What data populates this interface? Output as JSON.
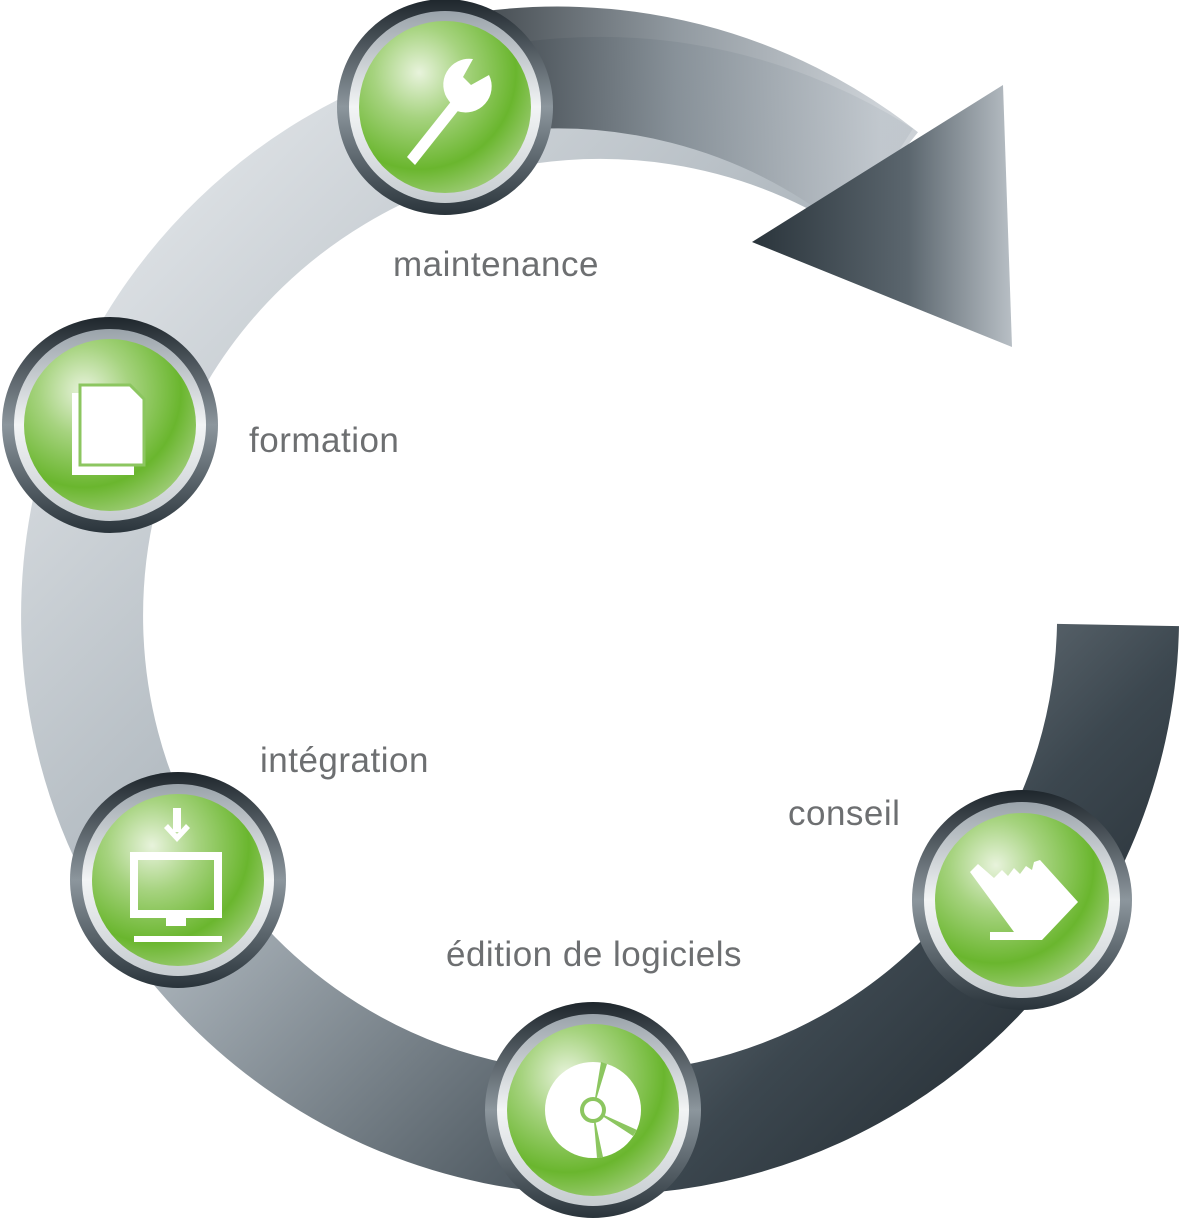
{
  "diagram": {
    "type": "cycle",
    "steps": [
      {
        "label": "maintenance",
        "icon": "wrench-icon"
      },
      {
        "label": "formation",
        "icon": "documents-icon"
      },
      {
        "label": "intégration",
        "icon": "monitor-download-icon"
      },
      {
        "label": "édition de logiciels",
        "icon": "cd-disc-icon"
      },
      {
        "label": "conseil",
        "icon": "pointing-hand-icon"
      }
    ]
  },
  "colors": {
    "green": "#6ab62e",
    "arrow_dark": "#1f272d",
    "arrow_light": "#d9dde1",
    "label": "#6d6f71"
  }
}
